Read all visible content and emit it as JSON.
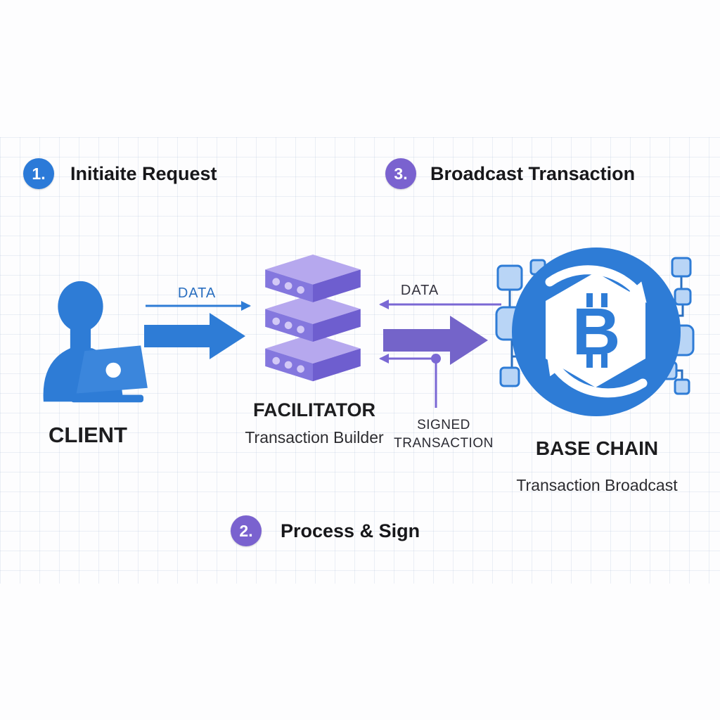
{
  "diagram": {
    "steps": [
      {
        "number": "1.",
        "label": "Initiaite Request"
      },
      {
        "number": "2.",
        "label": "Process & Sign"
      },
      {
        "number": "3.",
        "label": "Broadcast Transaction"
      }
    ],
    "client": {
      "title": "CLIENT"
    },
    "facilitator": {
      "title": "FACILITATOR",
      "subtitle": "Transaction Builder"
    },
    "base_chain": {
      "title": "BASE CHAIN",
      "subtitle": "Transaction Broadcast",
      "symbol": "B"
    },
    "edges": {
      "request_data_label": "DATA",
      "return_data_label": "DATA",
      "signed_label_line1": "SIGNED",
      "signed_label_line2": "TRANSACTION"
    },
    "colors": {
      "client_blue": "#2e7cd6",
      "facilitator_purple_front": "#8477de",
      "facilitator_purple_top": "#b6a8ee",
      "facilitator_purple_side": "#6e5ecf",
      "arrow_blue": "#2e7cd6",
      "arrow_purple": "#7464c9",
      "badge_blue": "#2b7ad8",
      "badge_purple": "#7a62cf",
      "node_square_fill": "#b9d5f6"
    }
  }
}
